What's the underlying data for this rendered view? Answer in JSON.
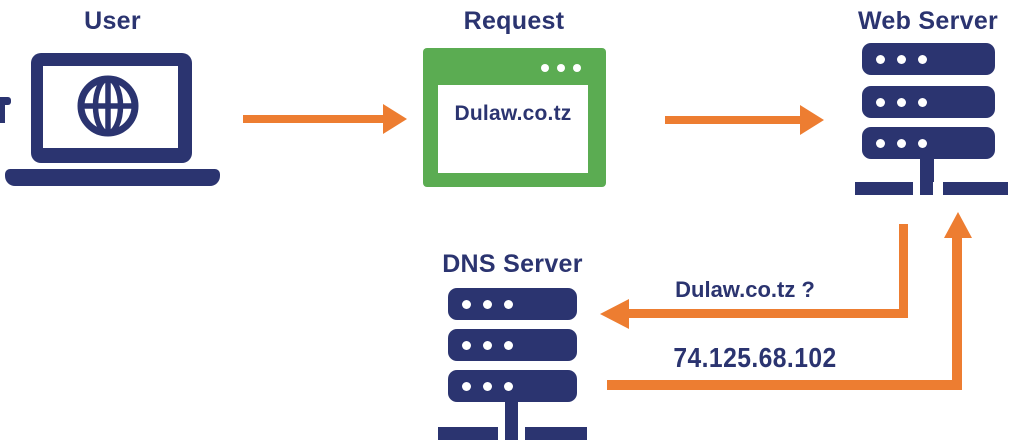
{
  "nodes": {
    "user": {
      "label": "User",
      "icon": "laptop-globe-icon"
    },
    "request": {
      "label": "Request",
      "icon": "browser-window-icon",
      "url": "Dulaw.co.tz"
    },
    "web_server": {
      "label": "Web Server",
      "icon": "server-stack-icon"
    },
    "dns_server": {
      "label": "DNS Server",
      "icon": "server-stack-icon"
    }
  },
  "messages": {
    "dns_query": "Dulaw.co.tz ?",
    "dns_answer": "74.125.68.102"
  },
  "colors": {
    "navy": "#2b3470",
    "orange": "#ed7d31",
    "green": "#5bac52",
    "white": "#ffffff"
  }
}
